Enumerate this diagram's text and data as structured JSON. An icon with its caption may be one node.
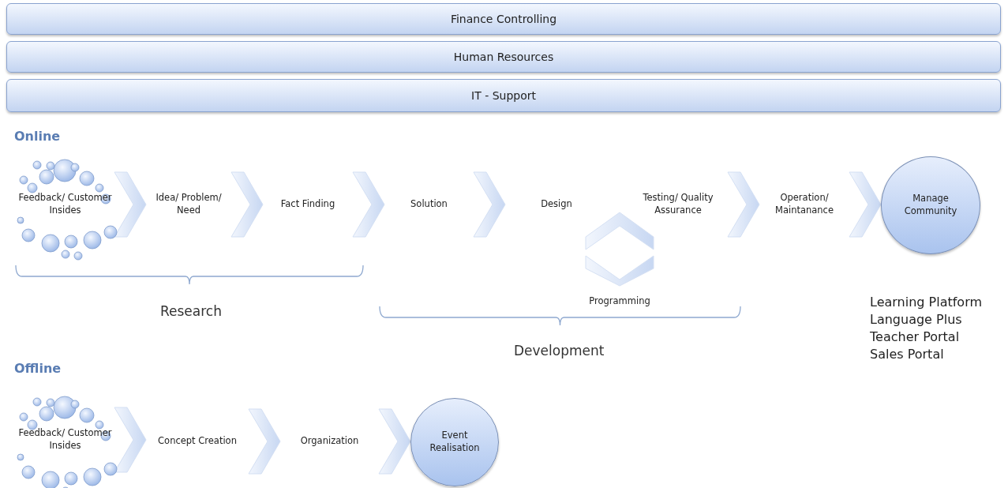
{
  "diagram": {
    "nodes": [
      {
        "text": [
          "Finance Controlling"
        ]
      },
      {
        "text": [
          "Human Resources"
        ]
      },
      {
        "text": [
          "IT - Support"
        ]
      },
      {
        "text": [
          "Feedback/ Customer Insides"
        ]
      },
      {
        "text": [
          "Idea/ Problem/ Need"
        ]
      },
      {
        "text": [
          "Fact Finding"
        ]
      },
      {
        "text": [
          "Solution"
        ]
      },
      {
        "text": [
          "Design"
        ]
      },
      {
        "text": [
          "Testing/ Quality Assurance"
        ]
      },
      {
        "text": [
          "Operation/ Maintanance"
        ]
      },
      {
        "text": [
          "Manage Community"
        ],
        "beside": [
          "Learning Platform",
          "Language Plus",
          "Teacher Portal",
          "Sales Portal"
        ]
      },
      {
        "text": [
          "Programming"
        ]
      },
      {
        "text": [
          "Feedback/ Customer Insides"
        ]
      },
      {
        "text": [
          "Concept Creation"
        ]
      },
      {
        "text": [
          "Organization"
        ]
      },
      {
        "text": [
          "Event Realisation"
        ]
      }
    ],
    "edges": [
      {
        "from": 3,
        "to": 4,
        "arrow": "to"
      },
      {
        "from": 4,
        "to": 5,
        "arrow": "to"
      },
      {
        "from": 5,
        "to": 6,
        "arrow": "to"
      },
      {
        "from": 6,
        "to": 7,
        "arrow": "to"
      },
      {
        "from": 8,
        "to": 9,
        "arrow": "to"
      },
      {
        "from": 9,
        "to": 10,
        "arrow": "to"
      },
      {
        "from": 12,
        "to": 13,
        "arrow": "to"
      },
      {
        "from": 13,
        "to": 14,
        "arrow": "to"
      },
      {
        "from": 14,
        "to": 15,
        "arrow": "to"
      }
    ],
    "labels": [
      "Online",
      "Research",
      "Development",
      "Offline"
    ]
  }
}
